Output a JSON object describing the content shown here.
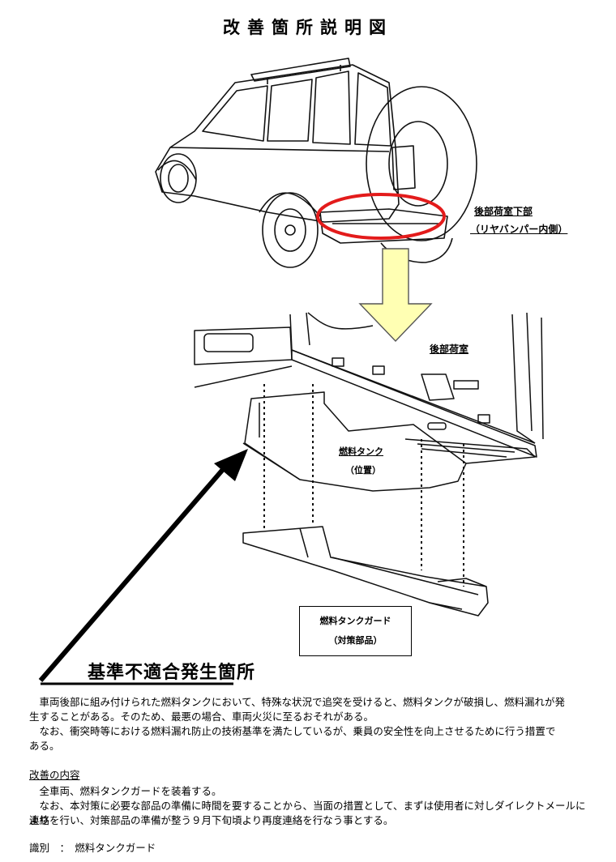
{
  "title": "改善箇所説明図",
  "labels": {
    "location_line1": "後部荷室下部",
    "location_line2": "（リヤバンパー内側）",
    "cargo_room": "後部荷室",
    "fuel_tank": "燃料タンク",
    "fuel_tank_position": "（位置）",
    "guard": "燃料タンクガード",
    "guard_note": "（対策部品）",
    "noncompliance": "基準不適合発生箇所"
  },
  "description": {
    "para1_line1": "　車両後部に組み付けられた燃料タンクにおいて、特殊な状況で追突を受けると、燃料タンクが破損し、燃料漏れが発",
    "para1_line2": "生することがある。そのため、最悪の場合、車両火災に至るおそれがある。",
    "para2_line1": "　なお、衝突時等における燃料漏れ防止の技術基準を満たしているが、乗員の安全性を向上させるために行う措置で",
    "para2_line2": "ある。"
  },
  "improvement": {
    "heading": "改善の内容",
    "line1": "　全車両、燃料タンクガードを装着する。",
    "line2": "　なお、本対策に必要な部品の準備に時間を要することから、当面の措置として、まずは使用者に対しダイレクトメールにより",
    "line3": "連絡を行い、対策部品の準備が整う９月下旬頃より再度連絡を行なう事とする。"
  },
  "identification": {
    "label": "識別　：　",
    "value": "燃料タンクガード"
  },
  "colors": {
    "highlight_ring": "#e31b1b",
    "arrow_fill": "#ffffb3",
    "arrow_stroke": "#555555",
    "line": "#111111"
  }
}
